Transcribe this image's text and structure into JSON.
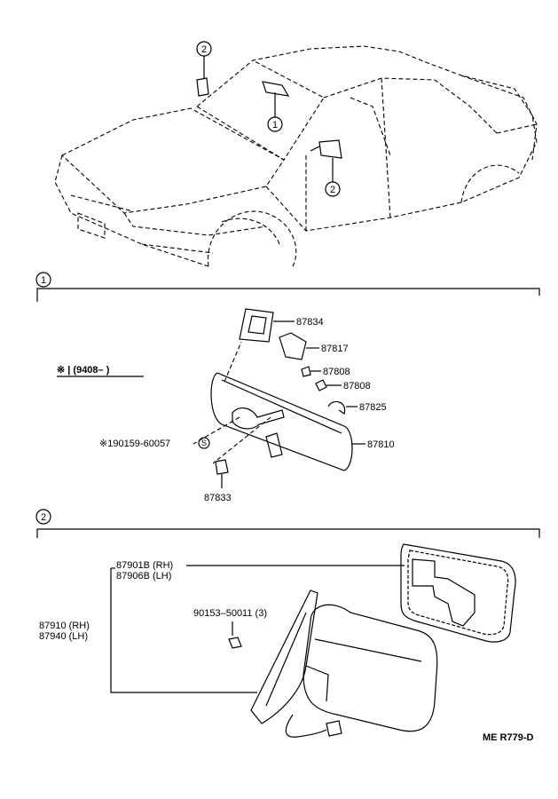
{
  "overview": {
    "callout_2_top": "2",
    "callout_1_top": "1",
    "callout_2_side": "2"
  },
  "section1": {
    "marker": "1",
    "note": "※ | (9408–      )",
    "parts": {
      "p87834": "87834",
      "p87817": "87817",
      "p87808a": "87808",
      "p87808b": "87808",
      "p87825": "87825",
      "p87810": "87810",
      "p90159": "※190159-60057",
      "screw_symbol": "S",
      "p87833": "87833"
    }
  },
  "section2": {
    "marker": "2",
    "parts": {
      "p87901b": "87901B (RH)",
      "p87906b": "87906B (LH)",
      "p87910": "87910 (RH)",
      "p87940": "87940 (LH)",
      "p90153": "90153–50011 (3)"
    }
  },
  "footer": {
    "code": "ME  R779-D"
  }
}
